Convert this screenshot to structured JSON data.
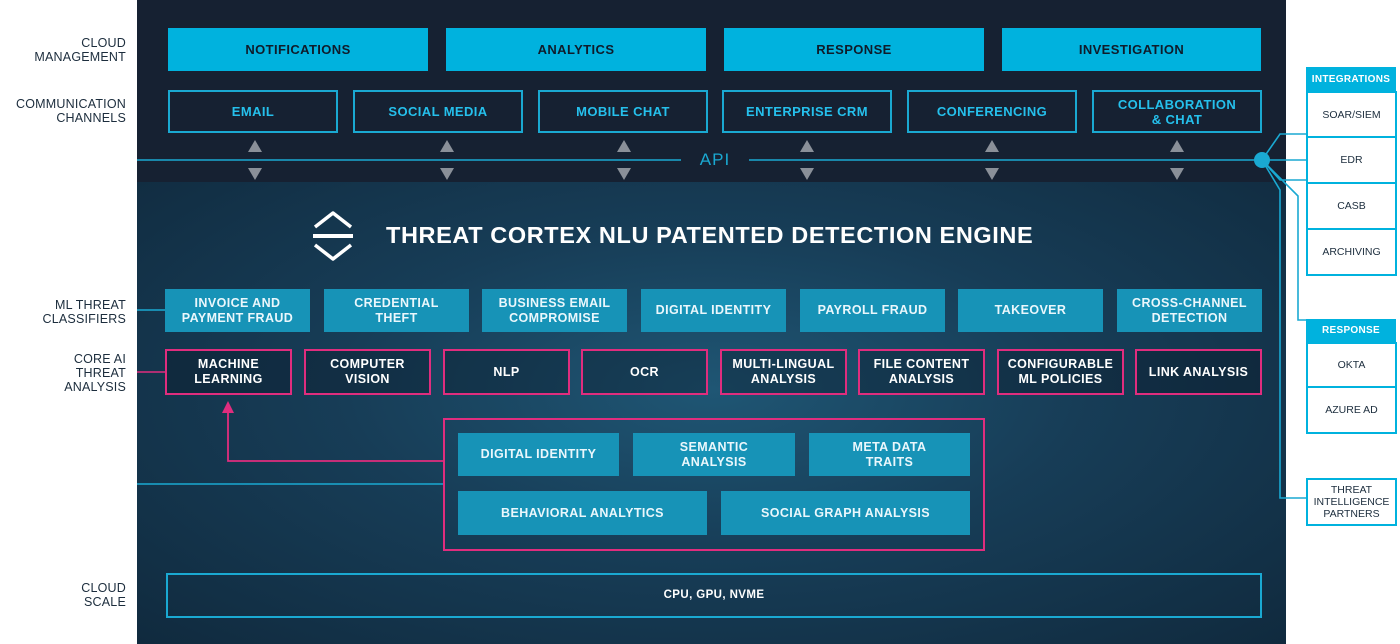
{
  "left_labels": {
    "cloud_management": "CLOUD\nMANAGEMENT",
    "communication_channels": "COMMUNICATION\nCHANNELS",
    "ml_threat_classifiers": "ML THREAT\nCLASSIFIERS",
    "core_ai": "CORE AI\nTHREAT\nANALYSIS",
    "cloud_scale": "CLOUD\nSCALE"
  },
  "cloud_management": [
    "NOTIFICATIONS",
    "ANALYTICS",
    "RESPONSE",
    "INVESTIGATION"
  ],
  "communication_channels": [
    "EMAIL",
    "SOCIAL MEDIA",
    "MOBILE CHAT",
    "ENTERPRISE CRM",
    "CONFERENCING",
    "COLLABORATION\n& CHAT"
  ],
  "api_label": "API",
  "engine_title": "THREAT CORTEX NLU PATENTED DETECTION ENGINE",
  "ml_classifiers": [
    "INVOICE AND\nPAYMENT FRAUD",
    "CREDENTIAL\nTHEFT",
    "BUSINESS EMAIL\nCOMPROMISE",
    "DIGITAL IDENTITY",
    "PAYROLL FRAUD",
    "TAKEOVER",
    "CROSS-CHANNEL\nDETECTION"
  ],
  "core_ai": [
    "MACHINE\nLEARNING",
    "COMPUTER\nVISION",
    "NLP",
    "OCR",
    "MULTI-LINGUAL\nANALYSIS",
    "FILE CONTENT\nANALYSIS",
    "CONFIGURABLE\nML POLICIES",
    "LINK ANALYSIS"
  ],
  "ml_components": [
    "DIGITAL IDENTITY",
    "SEMANTIC\nANALYSIS",
    "META DATA\nTRAITS",
    "BEHAVIORAL ANALYTICS",
    "SOCIAL GRAPH ANALYSIS"
  ],
  "cloud_scale": "CPU, GPU, NVME",
  "integrations": {
    "header": "INTEGRATIONS",
    "items": [
      "SOAR/SIEM",
      "EDR",
      "CASB",
      "ARCHIVING"
    ]
  },
  "response": {
    "header": "RESPONSE",
    "items": [
      "OKTA",
      "AZURE AD"
    ]
  },
  "threat_intel": "THREAT\nINTELLIGENCE\nPARTNERS",
  "colors": {
    "accent": "#00b2de",
    "magenta": "#e02d7e",
    "dark_navy": "#162132",
    "classifier_fill": "#1793b7"
  }
}
